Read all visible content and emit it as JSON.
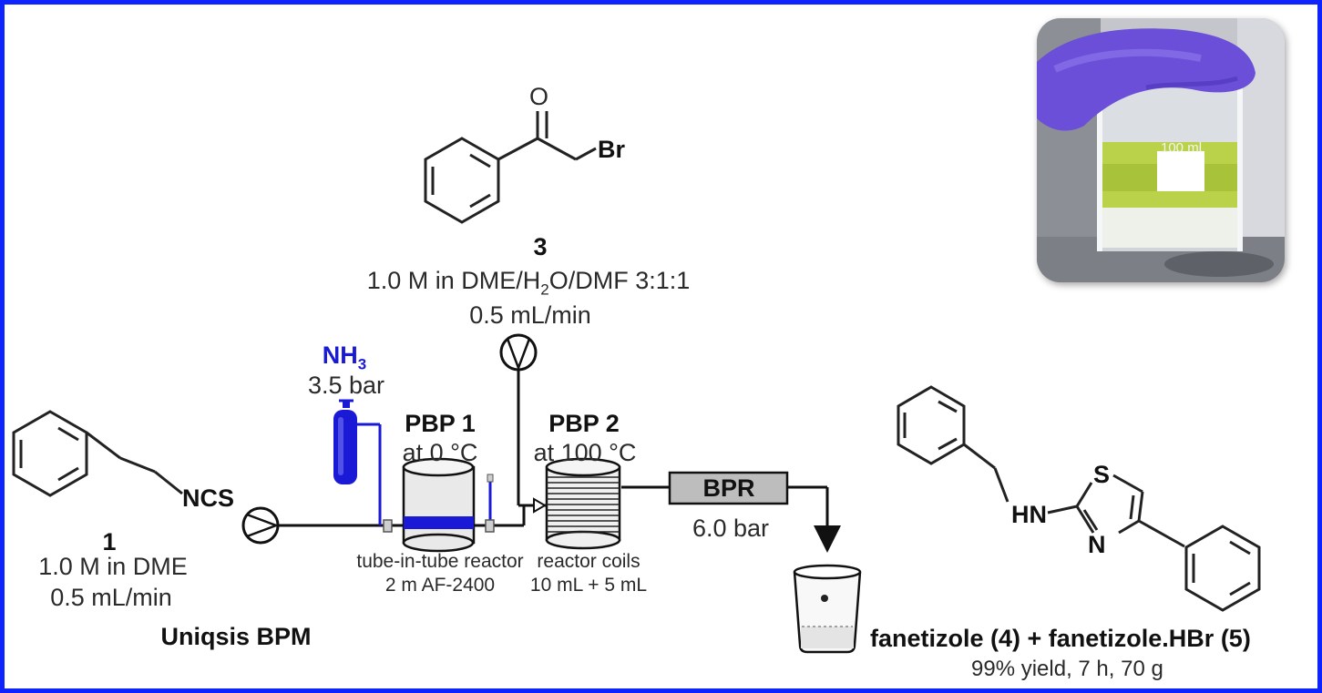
{
  "reagent_3": {
    "atom_O": "O",
    "atom_Br": "Br",
    "number": "3",
    "conc_prefix": "1.0 M in DME/H",
    "conc_sub": "2",
    "conc_suffix": "O/DMF 3:1:1",
    "flow": "0.5 mL/min"
  },
  "ammonia": {
    "label_prefix": "NH",
    "label_sub": "3",
    "pressure": "3.5 bar"
  },
  "reagent_1": {
    "group": "NCS",
    "number": "1",
    "conc": "1.0 M in DME",
    "flow": "0.5 mL/min"
  },
  "pbp1": {
    "title": "PBP 1",
    "temp": "at 0 °C"
  },
  "pbp2": {
    "title": "PBP 2",
    "temp": "at 100 °C"
  },
  "tube_reactor": {
    "line1": "tube-in-tube reactor",
    "line2": "2 m AF-2400"
  },
  "reactor_coils": {
    "line1": "reactor coils",
    "line2": "10 mL + 5 mL"
  },
  "bpr": {
    "label": "BPR",
    "pressure": "6.0 bar"
  },
  "system_label": "Uniqsis BPM",
  "product": {
    "atom_S": "S",
    "atom_N": "N",
    "atom_HN": "HN",
    "name": "fanetizole (4) + fanetizole.HBr (5)",
    "result": "99% yield, 7 h, 70 g"
  },
  "photo": {
    "beaker_marking": "100 ml"
  },
  "colors": {
    "frame": "#0d24ff",
    "ammonia": "#1a1ad6"
  }
}
